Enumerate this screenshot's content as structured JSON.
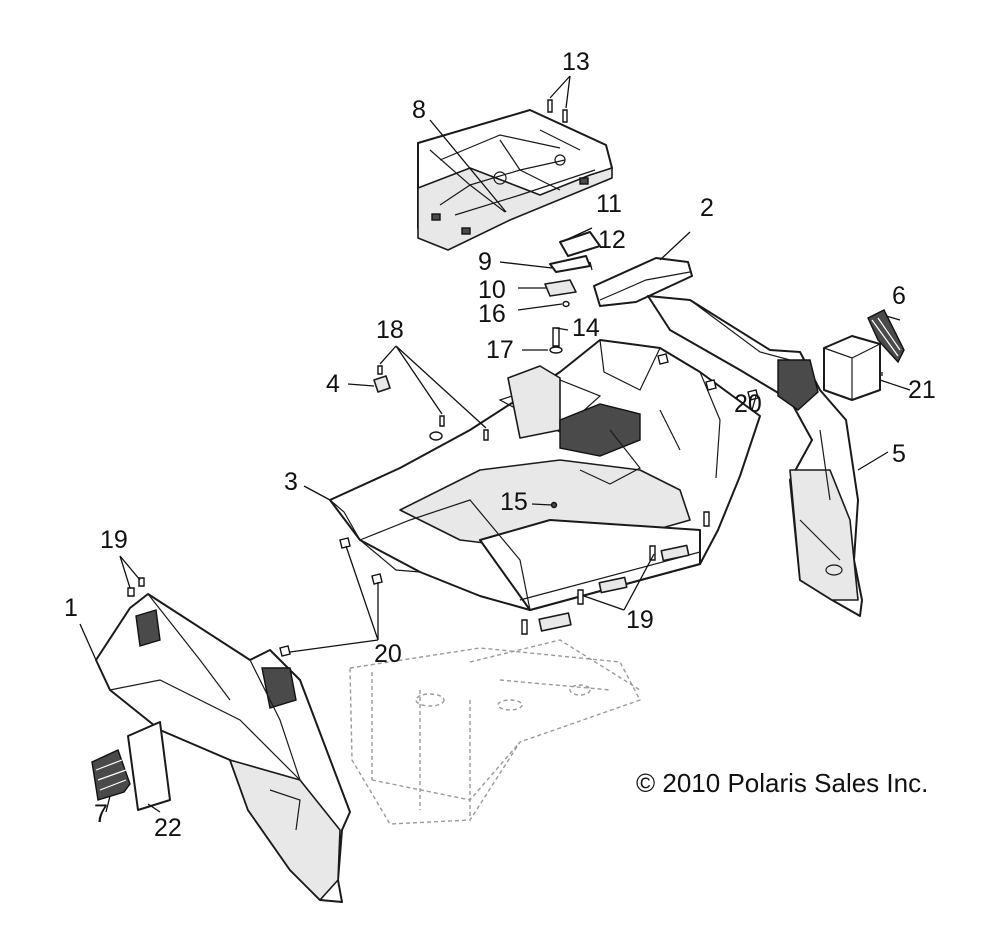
{
  "copyright": "© 2010 Polaris Sales Inc.",
  "callouts": {
    "c1": "1",
    "c2": "2",
    "c3": "3",
    "c4": "4",
    "c5": "5",
    "c6": "6",
    "c7": "7",
    "c8": "8",
    "c9": "9",
    "c10": "10",
    "c11": "11",
    "c12": "12",
    "c13": "13",
    "c14": "14",
    "c15": "15",
    "c16": "16",
    "c17": "17",
    "c18": "18",
    "c19a": "19",
    "c19b": "19",
    "c20a": "20",
    "c20b": "20",
    "c21": "21",
    "c22": "22"
  }
}
